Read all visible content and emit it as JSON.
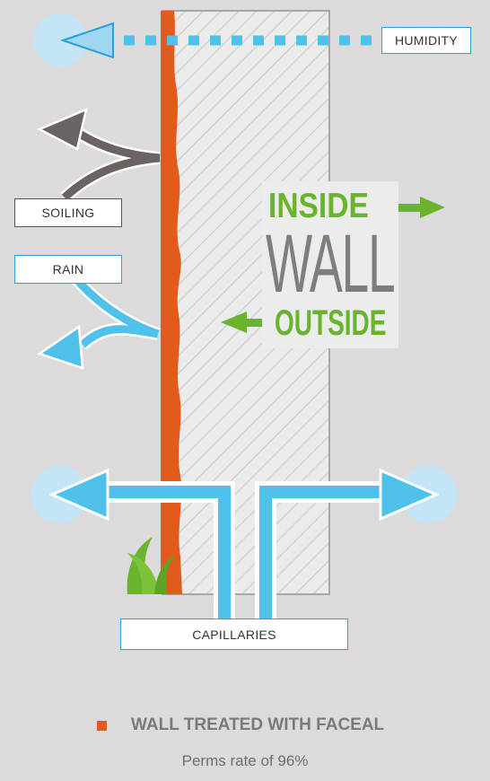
{
  "labels": {
    "humidity": "HUMIDITY",
    "soiling": "SOILING",
    "rain": "RAIN",
    "capillaries": "CAPILLARIES"
  },
  "wall_words": {
    "inside": "INSIDE",
    "wall": "WALL",
    "outside": "OUTSIDE"
  },
  "legend": {
    "title": "WALL TREATED WITH FACEAL",
    "subtitle": "Perms rate of 96%"
  },
  "colors": {
    "background": "#dcdada",
    "treatment": "#e25a1c",
    "water": "#4fc1ea",
    "soil_arrow": "#6b6262",
    "green": "#6ab42d",
    "wall_text": "#7e7e7e",
    "legend_text": "#7a7a7a"
  }
}
